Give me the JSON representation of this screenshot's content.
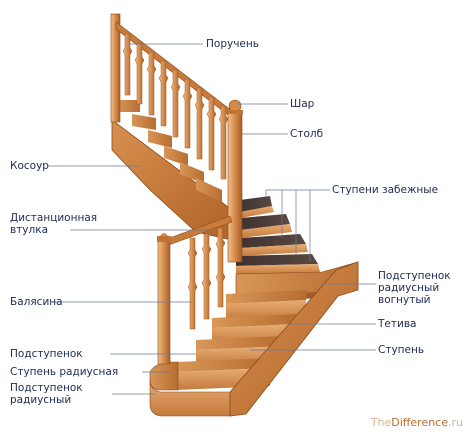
{
  "labels": {
    "poruchen": "Поручень",
    "shar": "Шар",
    "stolb": "Столб",
    "kosour": "Косоур",
    "stupeni_zabezhnye": "Ступени забежные",
    "distancionnaya_line1": "Дистанционная",
    "distancionnaya_line2": "втулка",
    "podstupenok_vognutyi_line1": "Подступенок",
    "podstupenok_vognutyi_line2": "радиусный",
    "podstupenok_vognutyi_line3": "вогнутый",
    "balyasina": "Балясина",
    "tetiva": "Тетива",
    "podstupenok": "Подступенок",
    "stupen": "Ступень",
    "stupen_radiusnaya": "Ступень радиусная",
    "podstupenok_radiusnyi_line1": "Подступенок",
    "podstupenok_radiusnyi_line2": "радиусный"
  },
  "watermark": {
    "part1": "The",
    "part2": "Difference",
    "part3": ".ru"
  },
  "colors": {
    "wood_light": "#e0a36a",
    "wood_mid": "#c97c3e",
    "wood_dark": "#8a4a1c",
    "tread_dark": "#4a3a35",
    "leader_line": "#6b7a99",
    "label_text": "#1e2a55"
  }
}
